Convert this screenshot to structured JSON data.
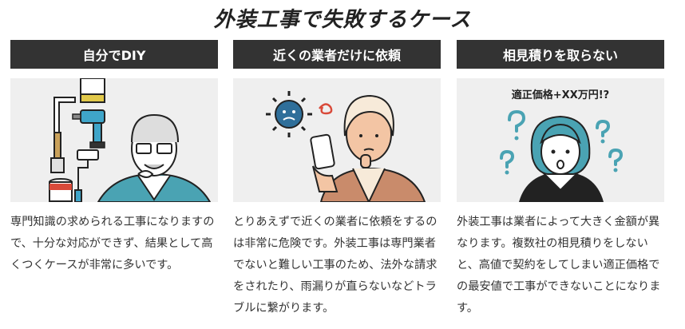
{
  "page": {
    "title": "外装工事で失敗するケース"
  },
  "cards": [
    {
      "heading": "自分でDIY",
      "text": "専門知識の求められる工事になりますので、十分な対応ができず、結果として高くつくケースが非常に多いです。"
    },
    {
      "heading": "近くの業者だけに依頼",
      "text": "とりあえずで近くの業者に依頼をするのは非常に危険です。外装工事は専門業者でないと難しい工事のため、法外な請求をされたり、雨漏りが直らないなどトラブルに繋がります。"
    },
    {
      "heading": "相見積りを取らない",
      "caption": "適正価格+XX万円!?",
      "text": "外装工事は業者によって大きく金額が異なります。複数社の相見積りをしないと、高値で契約をしてしまい適正価格での最安値で工事ができないことになります。"
    }
  ],
  "colors": {
    "header_bg": "#333333",
    "image_bg": "#efefef",
    "accent_teal": "#4aa3b3",
    "accent_peach": "#f3c5a4"
  }
}
